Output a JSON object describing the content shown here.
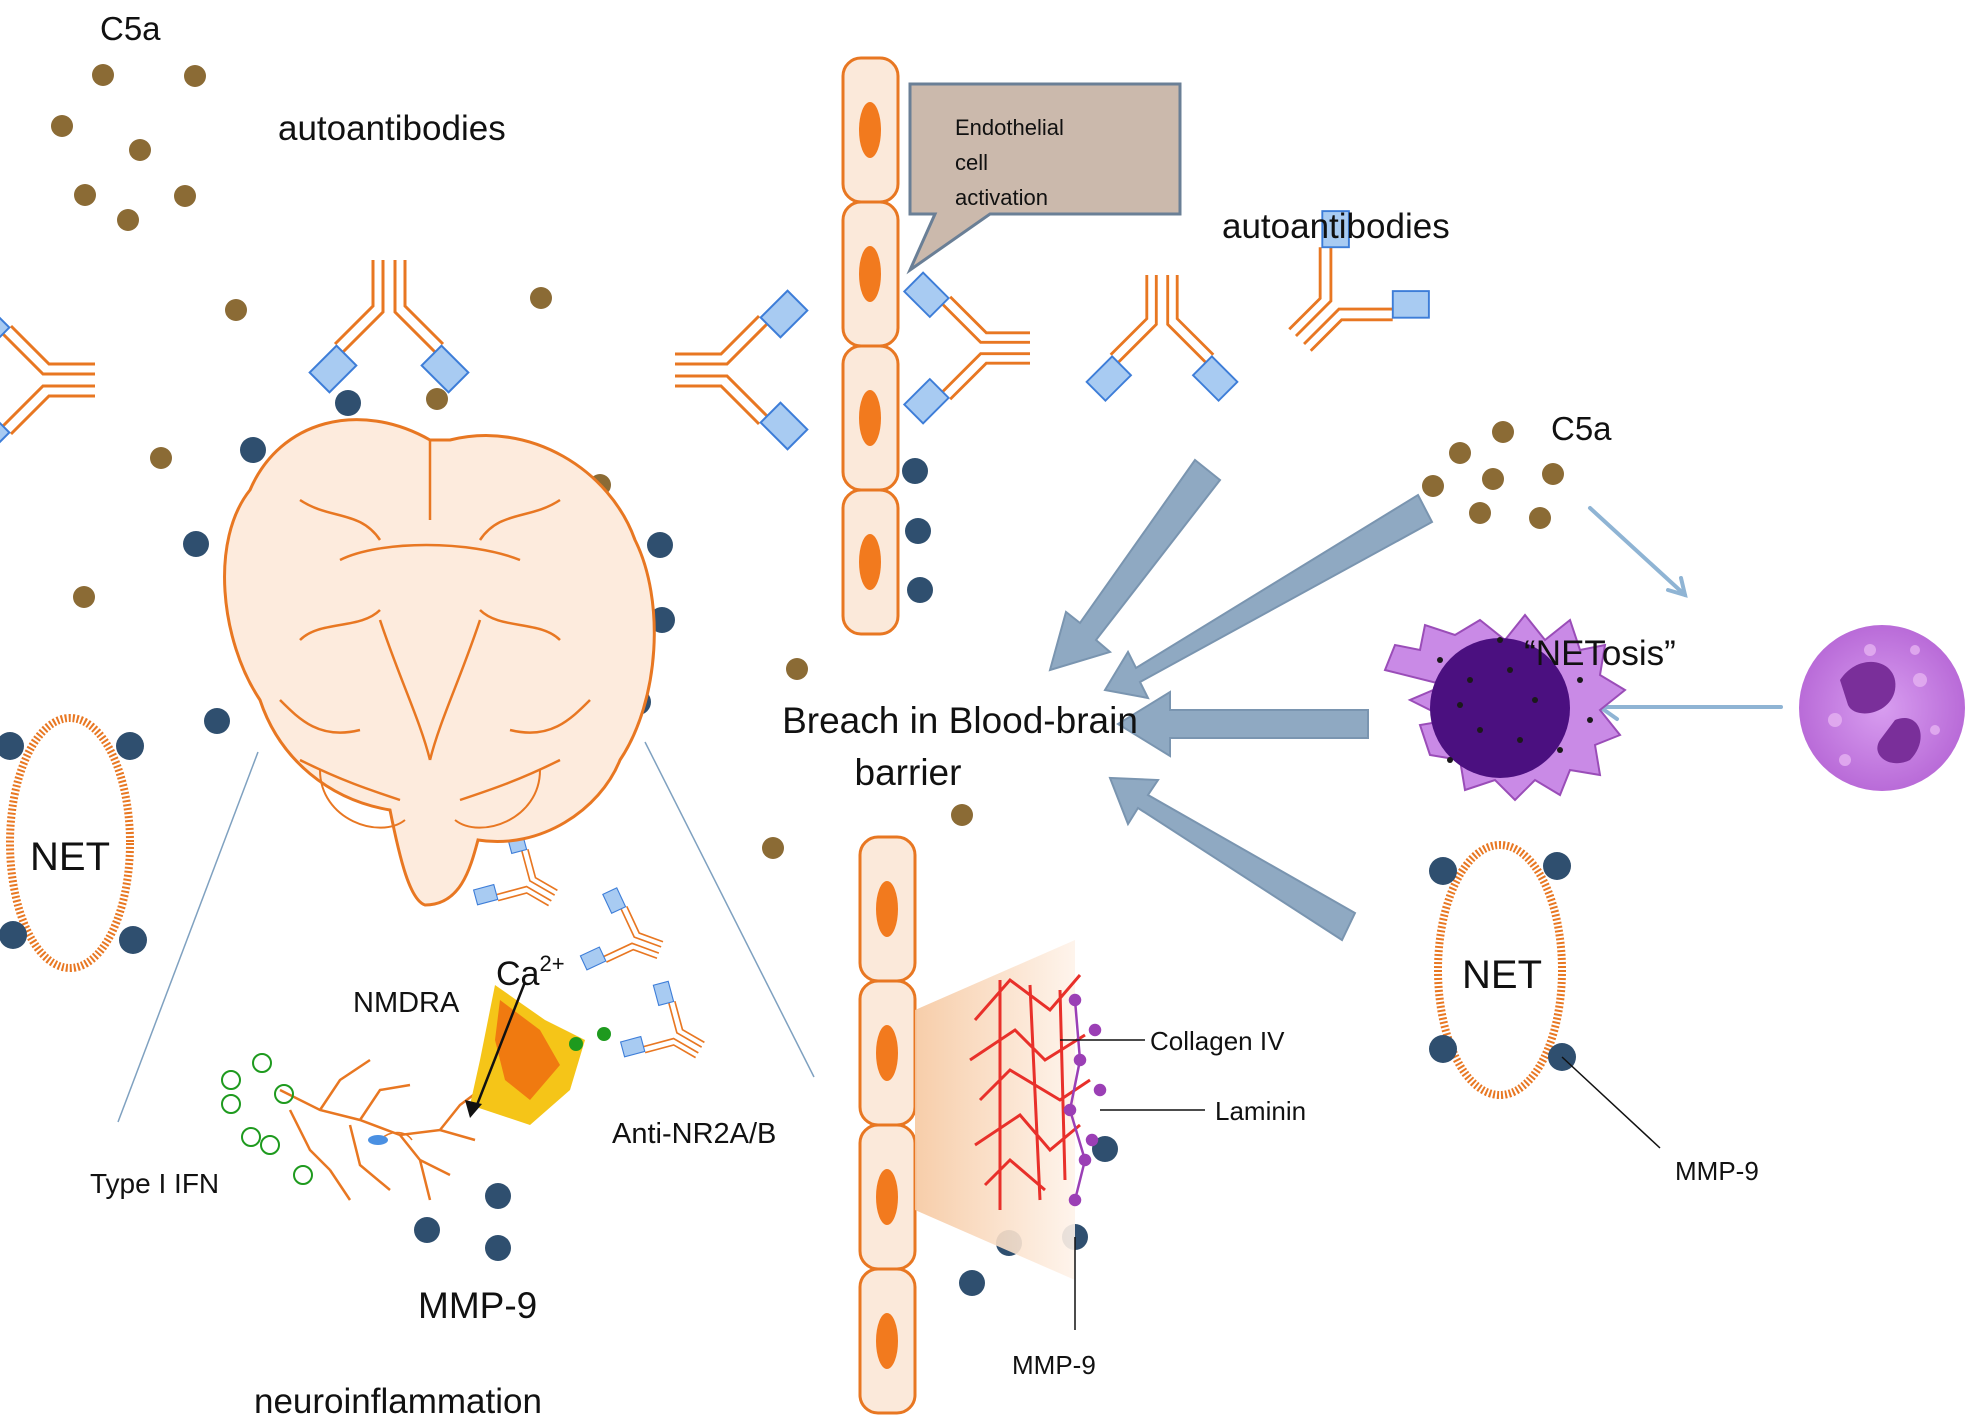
{
  "labels": {
    "c5a_left": "C5a",
    "c5a_right": "C5a",
    "autoantibodies_left": "autoantibodies",
    "autoantibodies_right": "autoantibodies",
    "callout_line1": "Endothelial",
    "callout_line2": "cell",
    "callout_line3": "activation",
    "breach_line1": "Breach in Blood-brain",
    "breach_line2": "barrier",
    "netosis": "“NETosis”",
    "net_left": "NET",
    "net_right": "NET",
    "ca": "Ca",
    "ca_sup": "2+",
    "nmdra": "NMDRA",
    "anti_nr2ab": "Anti-NR2A/B",
    "type1_ifn": "Type I IFN",
    "mmp9_neuron": "MMP-9",
    "neuroinflammation": "neuroinflammation",
    "collagen": "Collagen IV",
    "laminin": "Laminin",
    "mmp9_matrix": "MMP-9",
    "mmp9_net": "MMP-9"
  },
  "colors": {
    "c5a": "#8B6B35",
    "mmp9": "#2F4F6F",
    "antibody_heavy": "#E87722",
    "antibody_light": "#4A90E2",
    "brain_fill": "#FDEBDD",
    "brain_stroke": "#E87722",
    "arrow": "#8FA9C2",
    "cell_fill": "#FBE9DA",
    "cell_nucleus": "#F27A1E",
    "callout": "#CBB9AC",
    "collagen": "#E8302A",
    "laminin": "#9B3FB5",
    "neutrophil": "#C97FE0",
    "nucleus_dark": "#4B1080",
    "receptor_yellow": "#F5C518",
    "receptor_orange": "#F07A10",
    "ifn_green": "#1E9A1E"
  }
}
